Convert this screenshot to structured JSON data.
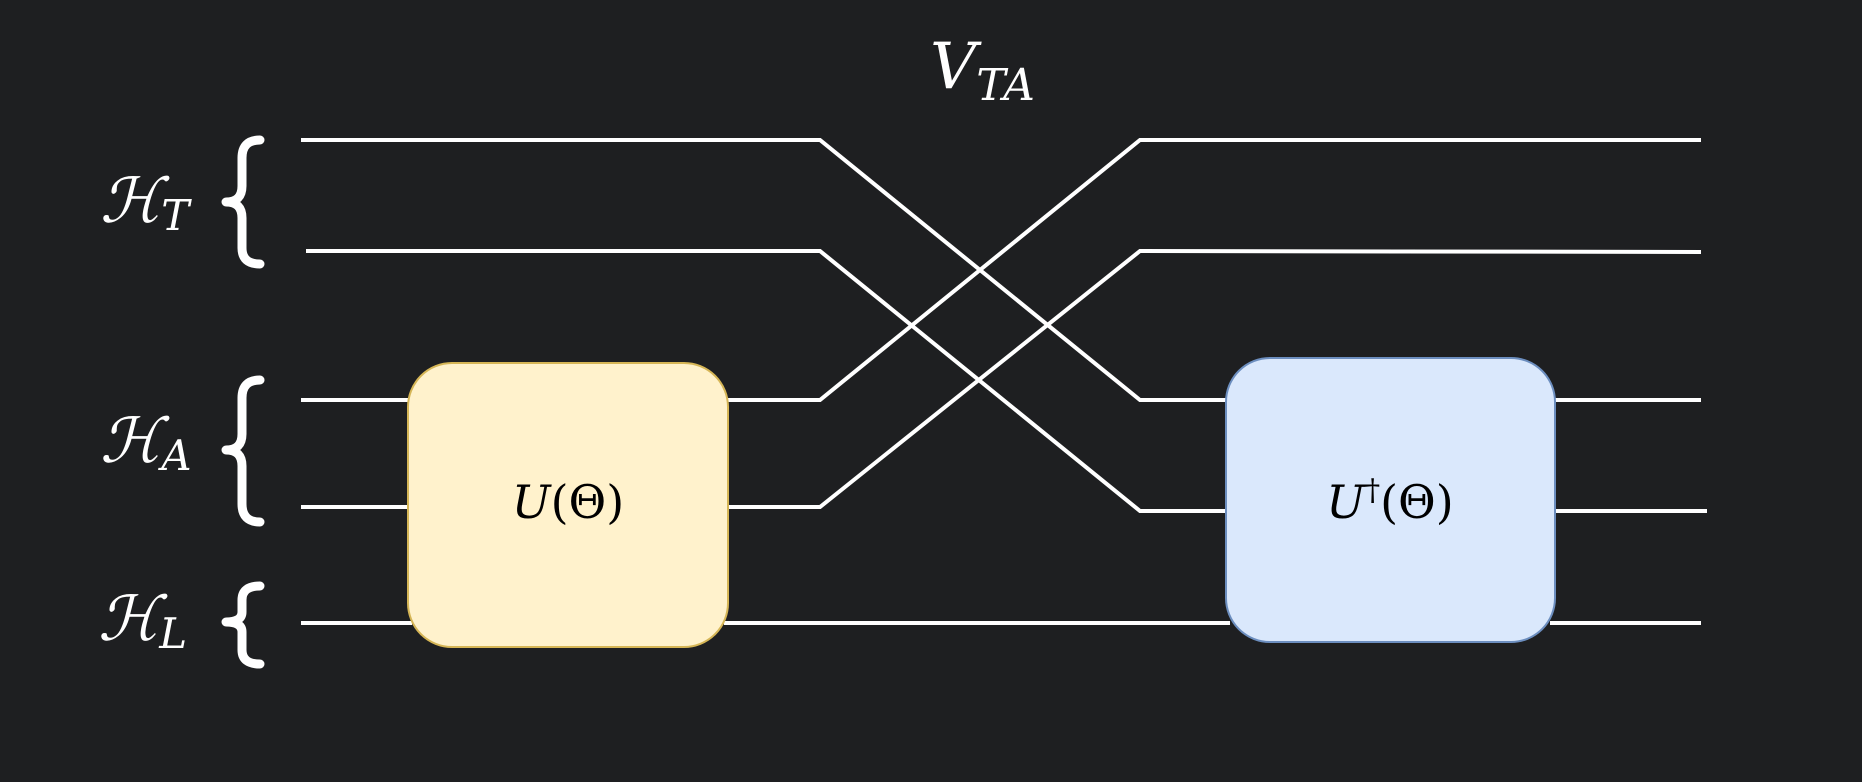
{
  "title": {
    "main": "V",
    "subscript": "TA"
  },
  "subspaces": [
    {
      "id": "T",
      "symbol": "ℋ",
      "subscript": "T"
    },
    {
      "id": "A",
      "symbol": "ℋ",
      "subscript": "A"
    },
    {
      "id": "L",
      "symbol": "ℋ",
      "subscript": "L"
    }
  ],
  "gates": [
    {
      "id": "U",
      "op": "U",
      "dagger": "",
      "arg": "(Θ)",
      "fill": "#fff2cc",
      "stroke": "#d6b656"
    },
    {
      "id": "Udag",
      "op": "U",
      "dagger": "†",
      "arg": "(Θ)",
      "fill": "#dae8fc",
      "stroke": "#6c8ebf"
    }
  ],
  "colors": {
    "background": "#1e1f21",
    "wire": "#ffffff",
    "text": "#ffffff",
    "gate_text": "#000000"
  }
}
